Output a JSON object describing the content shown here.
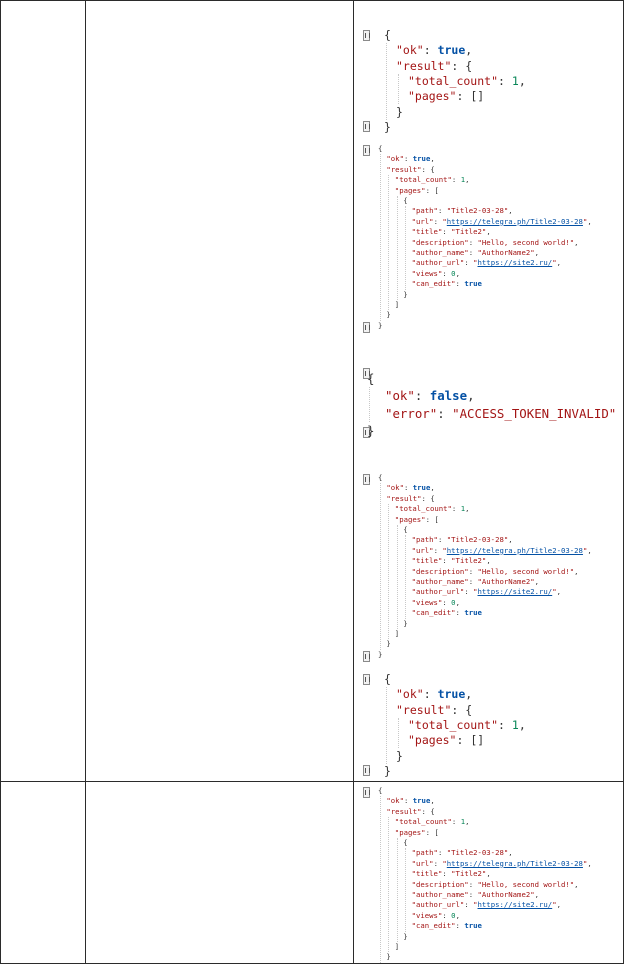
{
  "blocks": {
    "b1": [
      {
        "i": 0,
        "t": [
          [
            "p",
            "{"
          ]
        ]
      },
      {
        "i": 1,
        "t": [
          [
            "k",
            "\"ok\""
          ],
          [
            "p",
            ": "
          ],
          [
            "b",
            "true"
          ],
          [
            "p",
            ","
          ]
        ]
      },
      {
        "i": 1,
        "t": [
          [
            "k",
            "\"result\""
          ],
          [
            "p",
            ": {"
          ]
        ]
      },
      {
        "i": 2,
        "t": [
          [
            "k",
            "\"total_count\""
          ],
          [
            "p",
            ": "
          ],
          [
            "n",
            "1"
          ],
          [
            "p",
            ","
          ]
        ]
      },
      {
        "i": 2,
        "t": [
          [
            "k",
            "\"pages\""
          ],
          [
            "p",
            ": []"
          ]
        ]
      },
      {
        "i": 1,
        "t": [
          [
            "p",
            "}"
          ]
        ]
      },
      {
        "i": 0,
        "t": [
          [
            "p",
            "}"
          ]
        ]
      }
    ],
    "b2": [
      {
        "i": 0,
        "t": [
          [
            "p",
            "{"
          ]
        ]
      },
      {
        "i": 1,
        "t": [
          [
            "k",
            "\"ok\""
          ],
          [
            "p",
            ": "
          ],
          [
            "b",
            "true"
          ],
          [
            "p",
            ","
          ]
        ]
      },
      {
        "i": 1,
        "t": [
          [
            "k",
            "\"result\""
          ],
          [
            "p",
            ": {"
          ]
        ]
      },
      {
        "i": 2,
        "t": [
          [
            "k",
            "\"total_count\""
          ],
          [
            "p",
            ": "
          ],
          [
            "n",
            "1"
          ],
          [
            "p",
            ","
          ]
        ]
      },
      {
        "i": 2,
        "t": [
          [
            "k",
            "\"pages\""
          ],
          [
            "p",
            ": ["
          ]
        ]
      },
      {
        "i": 3,
        "t": [
          [
            "p",
            "{"
          ]
        ]
      },
      {
        "i": 4,
        "t": [
          [
            "k",
            "\"path\""
          ],
          [
            "p",
            ": "
          ],
          [
            "s",
            "\"Title2-03-28\""
          ],
          [
            "p",
            ","
          ]
        ]
      },
      {
        "i": 4,
        "t": [
          [
            "k",
            "\"url\""
          ],
          [
            "p",
            ": "
          ],
          [
            "s",
            "\""
          ],
          [
            "u",
            "https://telegra.ph/Title2-03-28"
          ],
          [
            "s",
            "\""
          ],
          [
            "p",
            ","
          ]
        ]
      },
      {
        "i": 4,
        "t": [
          [
            "k",
            "\"title\""
          ],
          [
            "p",
            ": "
          ],
          [
            "s",
            "\"Title2\""
          ],
          [
            "p",
            ","
          ]
        ]
      },
      {
        "i": 4,
        "t": [
          [
            "k",
            "\"description\""
          ],
          [
            "p",
            ": "
          ],
          [
            "s",
            "\"Hello, second world!\""
          ],
          [
            "p",
            ","
          ]
        ]
      },
      {
        "i": 4,
        "t": [
          [
            "k",
            "\"author_name\""
          ],
          [
            "p",
            ": "
          ],
          [
            "s",
            "\"AuthorName2\""
          ],
          [
            "p",
            ","
          ]
        ]
      },
      {
        "i": 4,
        "t": [
          [
            "k",
            "\"author_url\""
          ],
          [
            "p",
            ": "
          ],
          [
            "s",
            "\""
          ],
          [
            "u",
            "https://site2.ru/"
          ],
          [
            "s",
            "\""
          ],
          [
            "p",
            ","
          ]
        ]
      },
      {
        "i": 4,
        "t": [
          [
            "k",
            "\"views\""
          ],
          [
            "p",
            ": "
          ],
          [
            "n",
            "0"
          ],
          [
            "p",
            ","
          ]
        ]
      },
      {
        "i": 4,
        "t": [
          [
            "k",
            "\"can_edit\""
          ],
          [
            "p",
            ": "
          ],
          [
            "b",
            "true"
          ]
        ]
      },
      {
        "i": 3,
        "t": [
          [
            "p",
            "}"
          ]
        ]
      },
      {
        "i": 2,
        "t": [
          [
            "p",
            "]"
          ]
        ]
      },
      {
        "i": 1,
        "t": [
          [
            "p",
            "}"
          ]
        ]
      },
      {
        "i": 0,
        "t": [
          [
            "p",
            "}"
          ]
        ]
      }
    ],
    "b3": [
      {
        "i": 0,
        "t": [
          [
            "p",
            "{"
          ]
        ]
      },
      {
        "i": 1,
        "t": [
          [
            "k",
            "\"ok\""
          ],
          [
            "p",
            ": "
          ],
          [
            "b",
            "false"
          ],
          [
            "p",
            ","
          ]
        ]
      },
      {
        "i": 1,
        "t": [
          [
            "k",
            "\"error\""
          ],
          [
            "p",
            ": "
          ],
          [
            "s",
            "\"ACCESS_TOKEN_INVALID\""
          ]
        ]
      },
      {
        "i": 0,
        "t": [
          [
            "p",
            "}"
          ]
        ]
      }
    ]
  }
}
